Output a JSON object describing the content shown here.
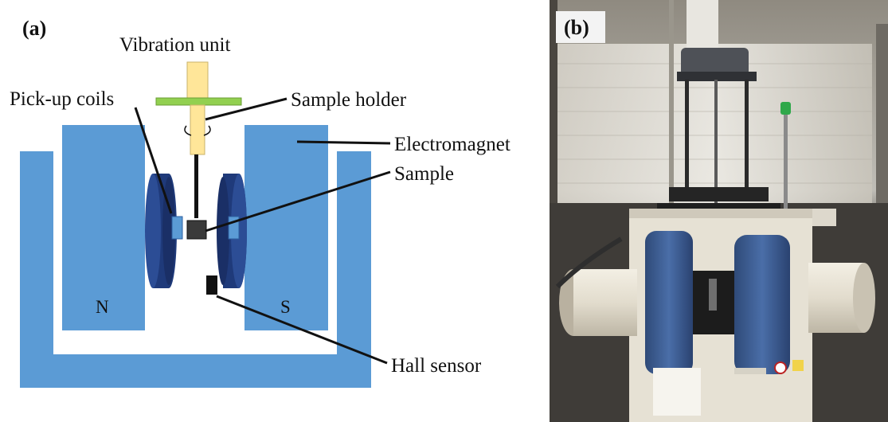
{
  "panel_a": {
    "tag": "(a)",
    "labels": {
      "vibration_unit": "Vibration unit",
      "pick_up_coils": "Pick-up coils",
      "sample_holder": "Sample holder",
      "electromagnet": "Electromagnet",
      "sample": "Sample",
      "hall_sensor": "Hall sensor",
      "pole_north": "N",
      "pole_south": "S"
    }
  },
  "panel_b": {
    "tag": "(b)"
  },
  "colors": {
    "magnet_blue": "#5b9bd5",
    "coil_navy": "#1f3a7a",
    "vibration_yellow": "#ffe699",
    "plate_green": "#92d050"
  }
}
